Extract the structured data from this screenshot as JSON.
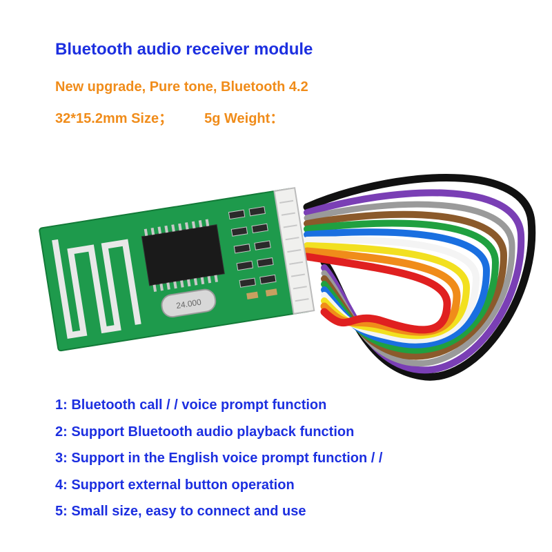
{
  "header": {
    "title": "Bluetooth audio receiver module",
    "subtitle": "New upgrade, Pure tone, Bluetooth 4.2",
    "size_text": "32*15.2mm Size；",
    "weight_text": "5g Weight："
  },
  "product_image": {
    "crystal_label": "24.000",
    "board_color": "#1e9a4c",
    "wire_colors": [
      "#111111",
      "#7a3fb5",
      "#e02020",
      "#f08c1a",
      "#ffffff",
      "#8b5a2b",
      "#20a040",
      "#1a6fe0",
      "#f2e020",
      "#9a9a9a"
    ]
  },
  "features": [
    "1: Bluetooth call / / voice prompt function",
    "2: Support Bluetooth audio playback function",
    "3: Support in the English voice prompt function / /",
    "4: Support external button operation",
    "5: Small size, easy to connect and use"
  ],
  "colors": {
    "title": "#1c2fe0",
    "subtitle": "#f08c1a",
    "features": "#1c2fe0"
  }
}
